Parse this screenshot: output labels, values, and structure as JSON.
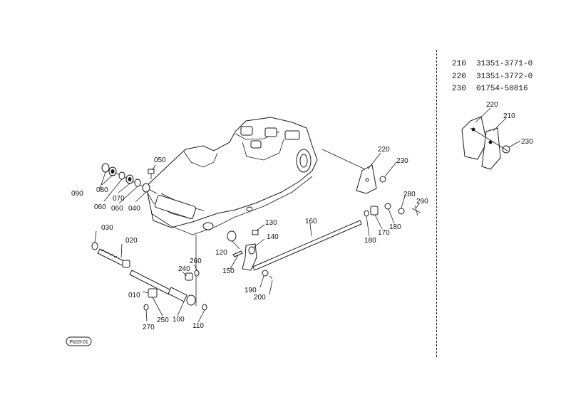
{
  "parts_list": [
    {
      "ref": "210",
      "part_no": "31351-3771-0"
    },
    {
      "ref": "220",
      "part_no": "31351-3772-0"
    },
    {
      "ref": "230",
      "part_no": "01754-50816"
    }
  ],
  "callouts": {
    "c010": "010",
    "c020": "020",
    "c030": "030",
    "c040": "040",
    "c050": "050",
    "c060a": "060",
    "c060b": "060",
    "c070": "070",
    "c080": "080",
    "c090": "090",
    "c100": "100",
    "c110": "110",
    "c120": "120",
    "c130": "130",
    "c140": "140",
    "c150": "150",
    "c160": "160",
    "c170": "170",
    "c180a": "180",
    "c180b": "180",
    "c190": "190",
    "c200": "200",
    "c220": "220",
    "c230": "230",
    "c240": "240",
    "c250": "250",
    "c260": "260",
    "c270": "270",
    "c280": "280",
    "c290": "290",
    "d210": "210",
    "d220": "220",
    "d230": "230"
  },
  "page_code": "Pb03-01"
}
